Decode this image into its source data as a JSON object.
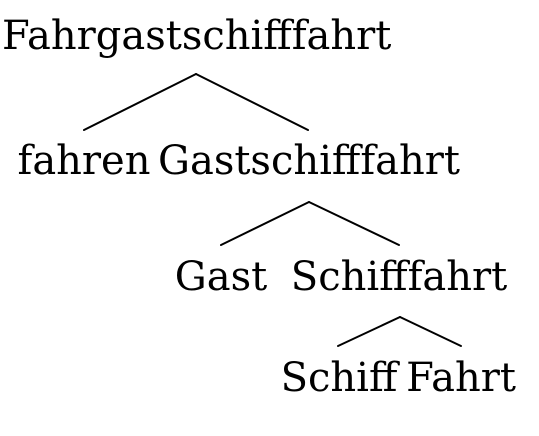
{
  "tree": {
    "root": {
      "label": "Fahrgastschifffahrt",
      "children": [
        {
          "label": "fahren",
          "children": []
        },
        {
          "label": "Gastschifffahrt",
          "children": [
            {
              "label": "Gast",
              "children": []
            },
            {
              "label": "Schifffahrt",
              "children": [
                {
                  "label": "Schiff",
                  "children": []
                },
                {
                  "label": "Fahrt",
                  "children": []
                }
              ]
            }
          ]
        }
      ]
    }
  }
}
